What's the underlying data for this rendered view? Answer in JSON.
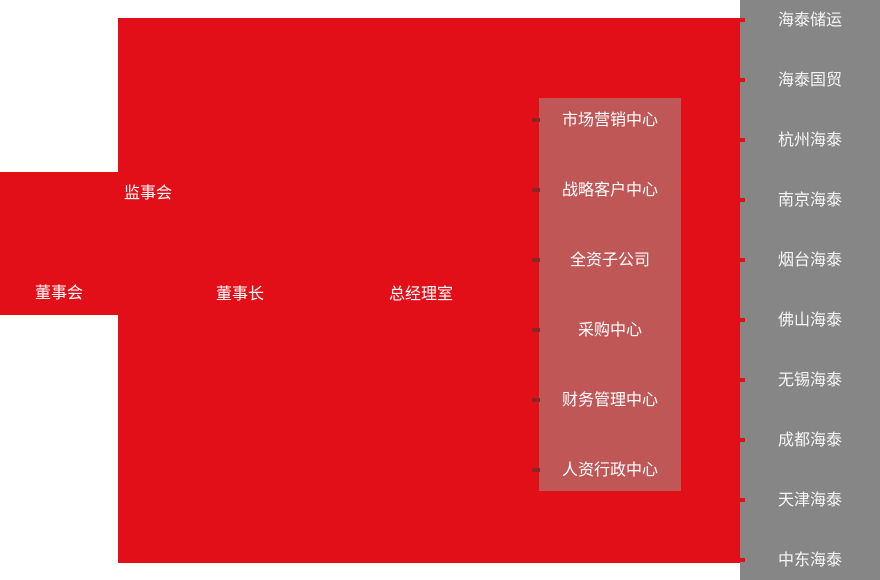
{
  "colors": {
    "background": "#ffffff",
    "primary_red": "#e30f18",
    "panel_pink": "#bf5757",
    "panel_gray": "#868686",
    "connector_dark_red": "#8e2525",
    "text": "#ffffff"
  },
  "org_chart": {
    "board": {
      "label": "董事会"
    },
    "supervisory_board": {
      "label": "监事会"
    },
    "chairman": {
      "label": "董事长"
    },
    "gm_office": {
      "label": "总经理室"
    },
    "center_panel": {
      "items": [
        {
          "label": "市场营销中心"
        },
        {
          "label": "战略客户中心"
        },
        {
          "label": "全资子公司"
        },
        {
          "label": "采购中心"
        },
        {
          "label": "财务管理中心"
        },
        {
          "label": "人资行政中心"
        }
      ]
    },
    "subsidiary_panel": {
      "items": [
        {
          "label": "海泰储运"
        },
        {
          "label": "海泰国贸"
        },
        {
          "label": "杭州海泰"
        },
        {
          "label": "南京海泰"
        },
        {
          "label": "烟台海泰"
        },
        {
          "label": "佛山海泰"
        },
        {
          "label": "无锡海泰"
        },
        {
          "label": "成都海泰"
        },
        {
          "label": "天津海泰"
        },
        {
          "label": "中东海泰"
        }
      ]
    }
  }
}
